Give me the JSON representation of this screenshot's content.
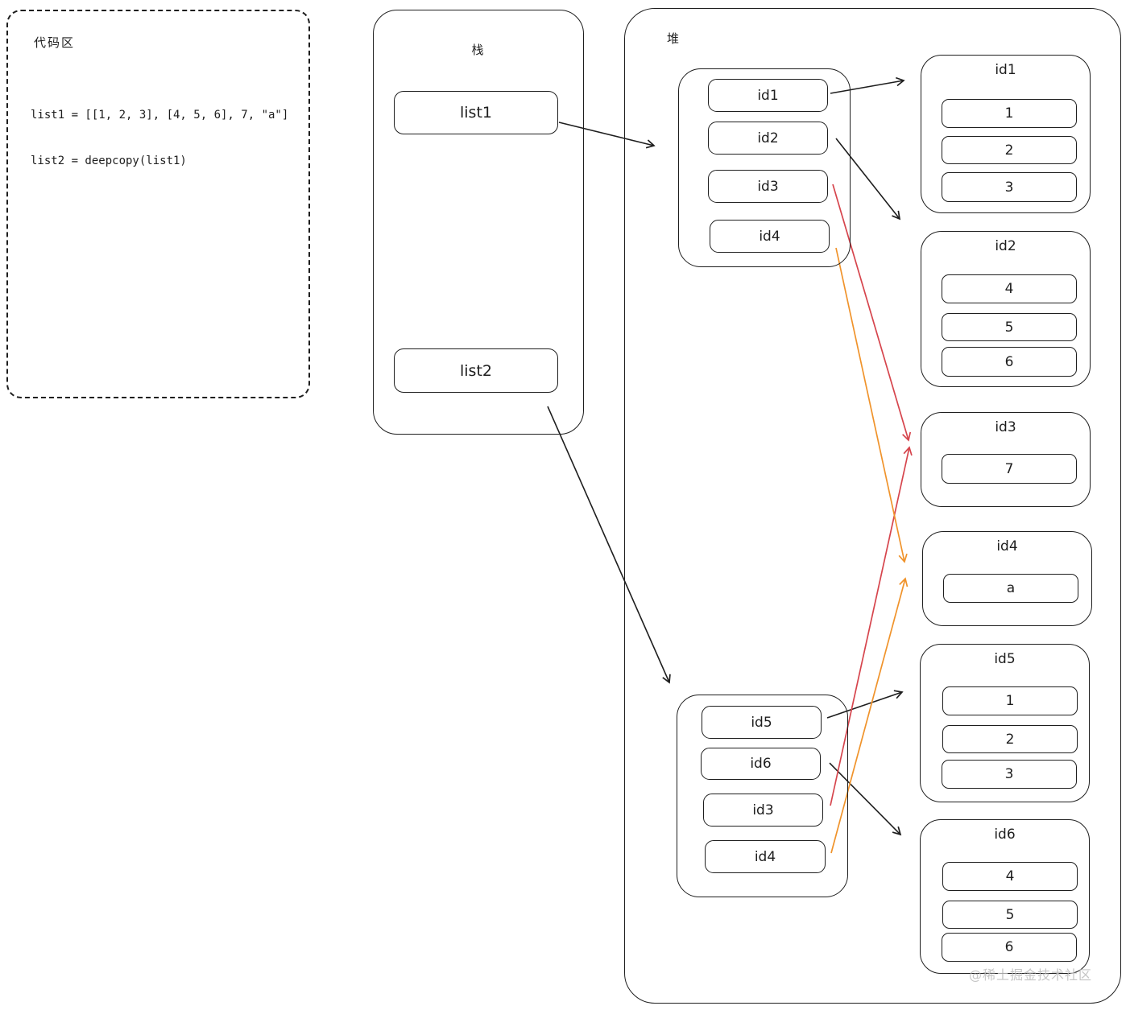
{
  "code_panel": {
    "title": "代码区",
    "lines": [
      "list1 = [[1, 2, 3], [4, 5, 6], 7, \"a\"]",
      "list2 = deepcopy(list1)"
    ]
  },
  "stack": {
    "label": "栈",
    "items": [
      {
        "label": "list1"
      },
      {
        "label": "list2"
      }
    ]
  },
  "heap": {
    "label": "堆",
    "pointer_blocks": [
      {
        "name": "list1-pointers",
        "cells": [
          "id1",
          "id2",
          "id3",
          "id4"
        ]
      },
      {
        "name": "list2-pointers",
        "cells": [
          "id5",
          "id6",
          "id3",
          "id4"
        ]
      }
    ],
    "objects": [
      {
        "id": "id1",
        "values": [
          "1",
          "2",
          "3"
        ]
      },
      {
        "id": "id2",
        "values": [
          "4",
          "5",
          "6"
        ]
      },
      {
        "id": "id3",
        "values": [
          "7"
        ]
      },
      {
        "id": "id4",
        "values": [
          "a"
        ]
      },
      {
        "id": "id5",
        "values": [
          "1",
          "2",
          "3"
        ]
      },
      {
        "id": "id6",
        "values": [
          "4",
          "5",
          "6"
        ]
      }
    ]
  },
  "watermark": "@稀土掘金技术社区",
  "colors": {
    "ink": "#1e1e1e",
    "red": "#d6454d",
    "orange": "#f0932b"
  }
}
